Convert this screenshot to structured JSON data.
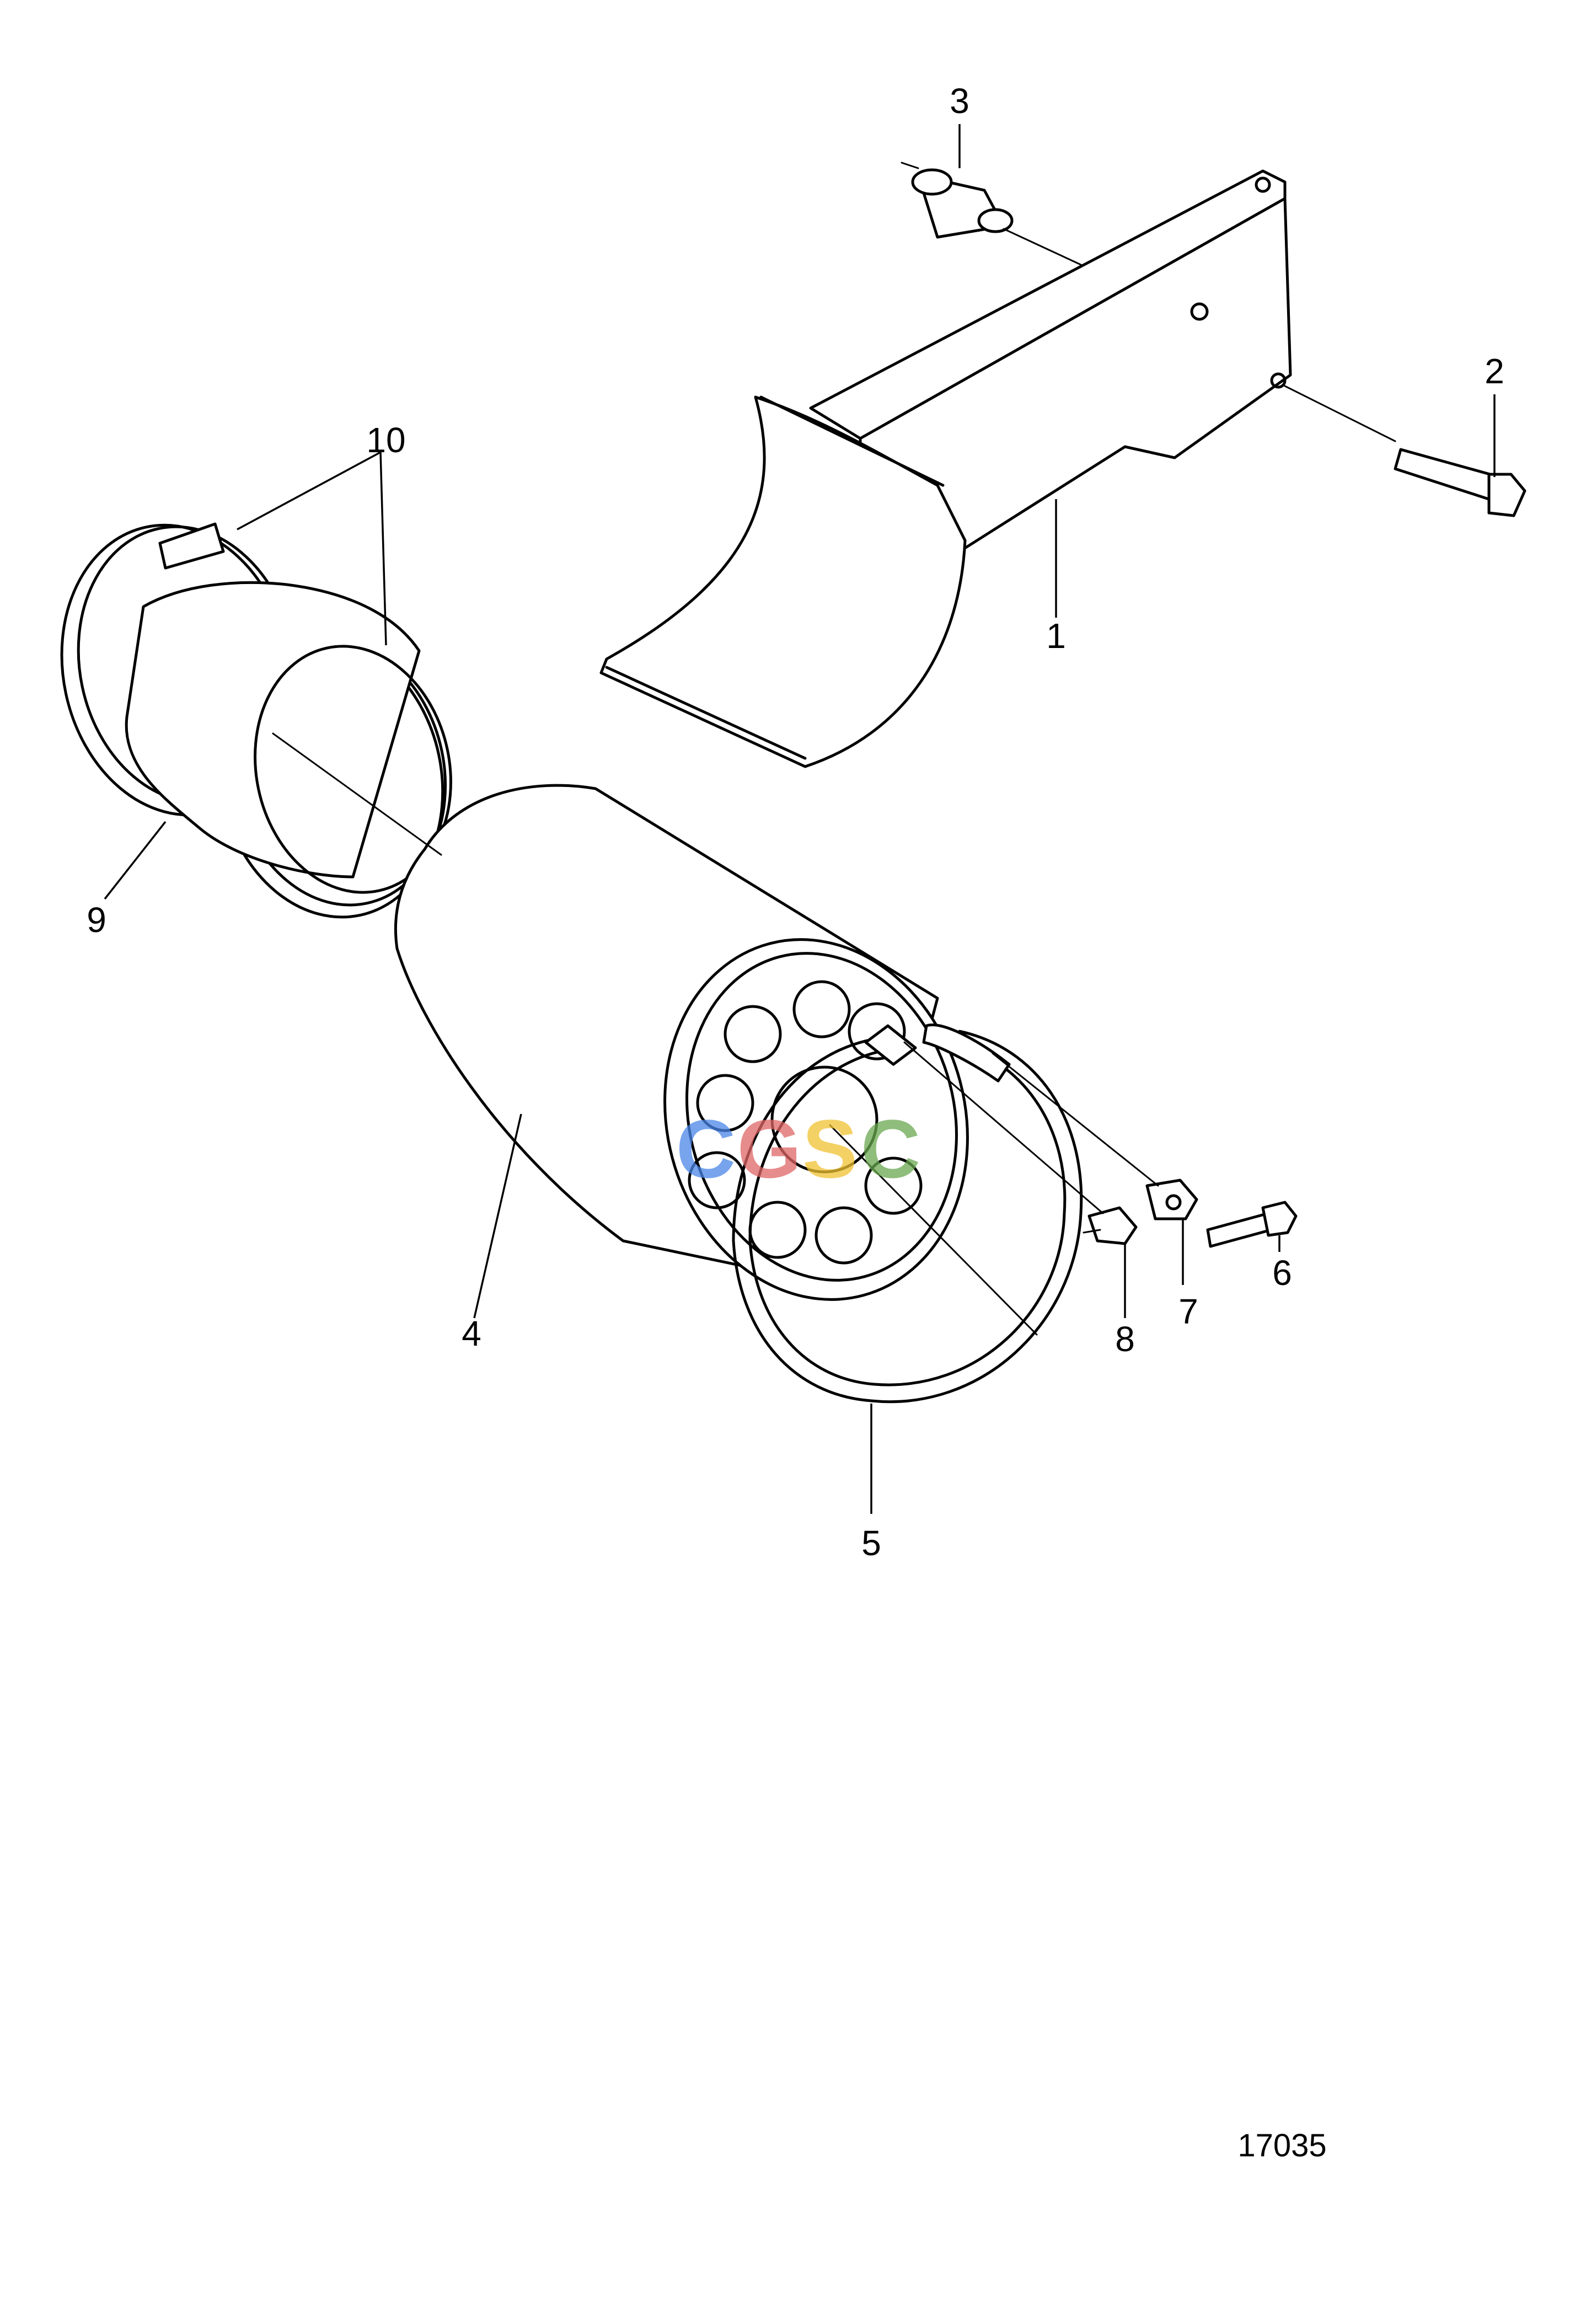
{
  "callouts": [
    {
      "id": "1",
      "label": "1"
    },
    {
      "id": "2",
      "label": "2"
    },
    {
      "id": "3",
      "label": "3"
    },
    {
      "id": "4",
      "label": "4"
    },
    {
      "id": "5",
      "label": "5"
    },
    {
      "id": "6",
      "label": "6"
    },
    {
      "id": "7",
      "label": "7"
    },
    {
      "id": "8",
      "label": "8"
    },
    {
      "id": "9",
      "label": "9"
    },
    {
      "id": "10",
      "label": "10"
    }
  ],
  "figure_id": "17035",
  "watermark": {
    "letters": [
      "C",
      "G",
      "S",
      "C"
    ],
    "colors": [
      "#4a86e8",
      "#e06666",
      "#f1c232",
      "#6aa84f"
    ]
  }
}
